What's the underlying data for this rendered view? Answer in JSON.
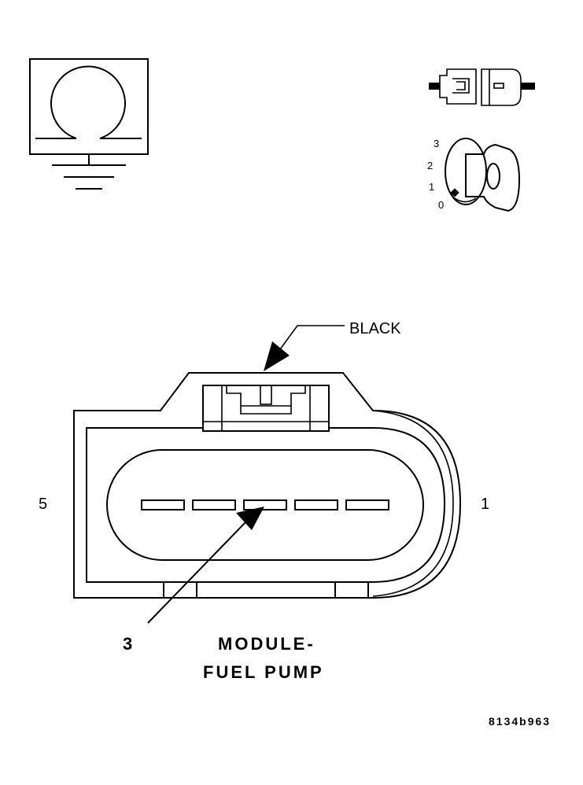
{
  "callout_color_label": "BLACK",
  "pin_label_left": "5",
  "pin_label_right": "1",
  "pointer_pin_number": "3",
  "title_line1": "MODULE-",
  "title_line2": "FUEL PUMP",
  "figure_code": "8134b963",
  "ignition_positions": [
    "3",
    "2",
    "1",
    "0"
  ],
  "icons": {
    "ohmmeter": "ohmmeter-ground-icon",
    "disconnect": "connector-disconnected-icon",
    "ignition": "ignition-key-off-icon"
  },
  "colors": {
    "line": "#000000",
    "background": "#ffffff"
  }
}
